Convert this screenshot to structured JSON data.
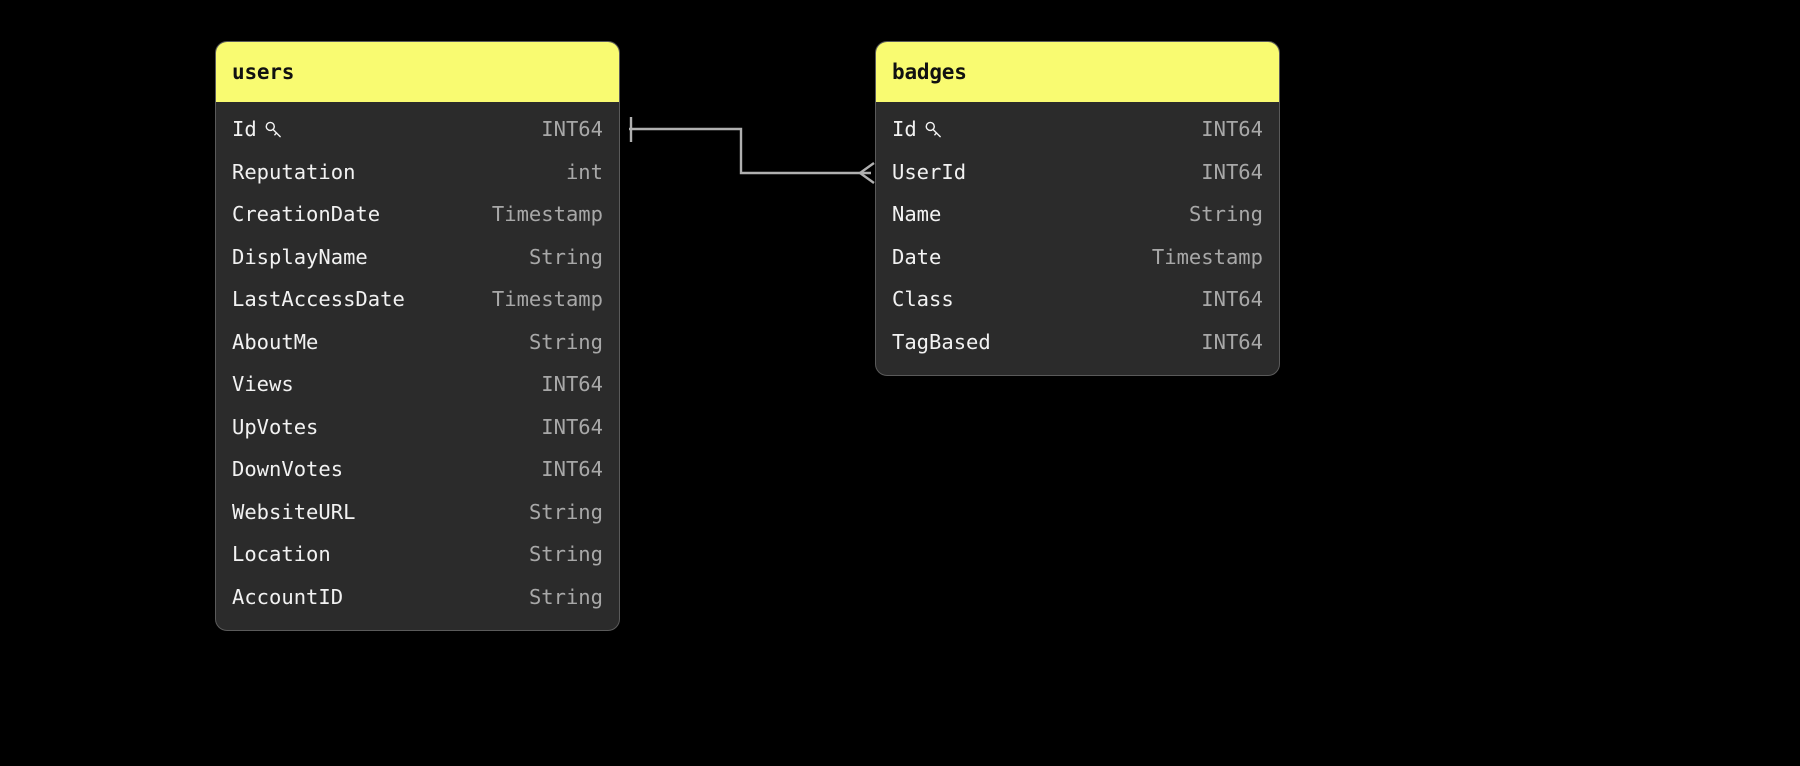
{
  "diagram": {
    "background_color": "#000000",
    "header_color": "#f9fb71",
    "card_color": "#2b2b2b",
    "border_color": "#5a5a5a",
    "field_text_color": "#f2f2f2",
    "type_text_color": "#a8a8a8",
    "connector_color": "#b0b0b0"
  },
  "tables": [
    {
      "name": "users",
      "title": "users",
      "fields": [
        {
          "name": "Id",
          "type": "INT64",
          "key": true
        },
        {
          "name": "Reputation",
          "type": "int",
          "key": false
        },
        {
          "name": "CreationDate",
          "type": "Timestamp",
          "key": false
        },
        {
          "name": "DisplayName",
          "type": "String",
          "key": false
        },
        {
          "name": "LastAccessDate",
          "type": "Timestamp",
          "key": false
        },
        {
          "name": "AboutMe",
          "type": "String",
          "key": false
        },
        {
          "name": "Views",
          "type": "INT64",
          "key": false
        },
        {
          "name": "UpVotes",
          "type": "INT64",
          "key": false
        },
        {
          "name": "DownVotes",
          "type": "INT64",
          "key": false
        },
        {
          "name": "WebsiteURL",
          "type": "String",
          "key": false
        },
        {
          "name": "Location",
          "type": "String",
          "key": false
        },
        {
          "name": "AccountID",
          "type": "String",
          "key": false
        }
      ]
    },
    {
      "name": "badges",
      "title": "badges",
      "fields": [
        {
          "name": "Id",
          "type": "INT64",
          "key": true
        },
        {
          "name": "UserId",
          "type": "INT64",
          "key": false
        },
        {
          "name": "Name",
          "type": "String",
          "key": false
        },
        {
          "name": "Date",
          "type": "Timestamp",
          "key": false
        },
        {
          "name": "Class",
          "type": "INT64",
          "key": false
        },
        {
          "name": "TagBased",
          "type": "INT64",
          "key": false
        }
      ]
    }
  ],
  "relationships": [
    {
      "from_table": "users",
      "from_field": "Id",
      "to_table": "badges",
      "to_field": "UserId",
      "from_cardinality": "one",
      "to_cardinality": "many"
    }
  ],
  "icons": {
    "primary_key": "key-icon"
  }
}
